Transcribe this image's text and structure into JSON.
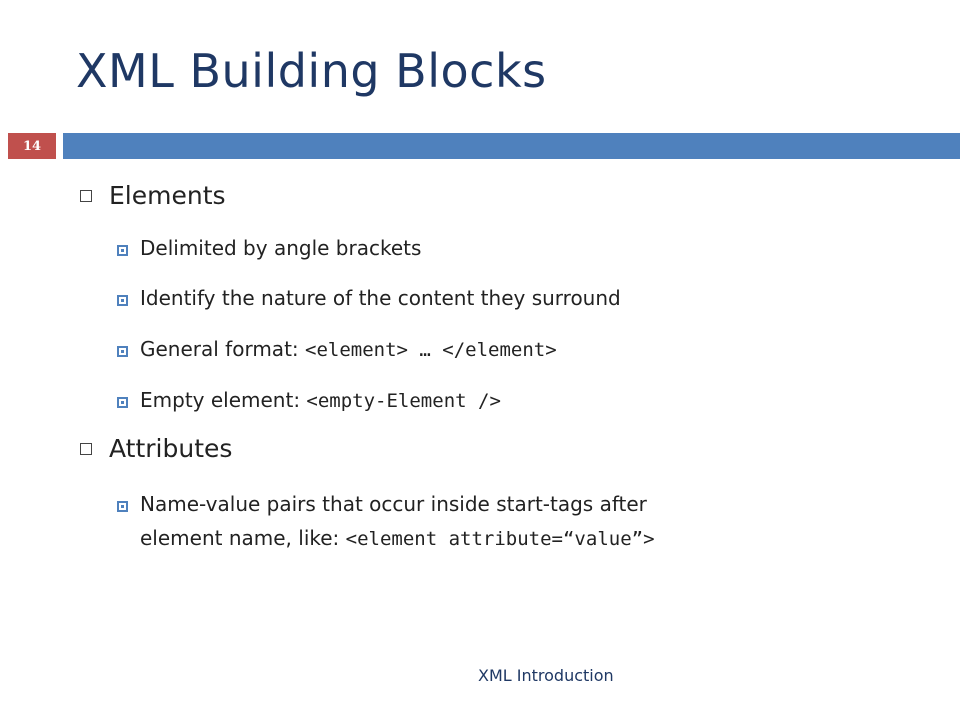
{
  "slide": {
    "title": "XML Building Blocks",
    "number": "14",
    "footer": "XML Introduction"
  },
  "bullets": {
    "elements": {
      "heading": "Elements",
      "items": [
        {
          "text": "Delimited by angle brackets"
        },
        {
          "text": "Identify the nature of the content they surround"
        },
        {
          "text": "General format: ",
          "code": "<element> … </element>"
        },
        {
          "text": "Empty element: ",
          "code": "<empty-Element />"
        }
      ]
    },
    "attributes": {
      "heading": "Attributes",
      "items": [
        {
          "line1": "Name-value pairs that occur inside start-tags after",
          "line2": "element name, like: ",
          "code": "<element attribute=“value”>"
        }
      ]
    }
  },
  "colors": {
    "title": "#1F3864",
    "rule": "#4F81BD",
    "number_badge": "#C0504D"
  }
}
